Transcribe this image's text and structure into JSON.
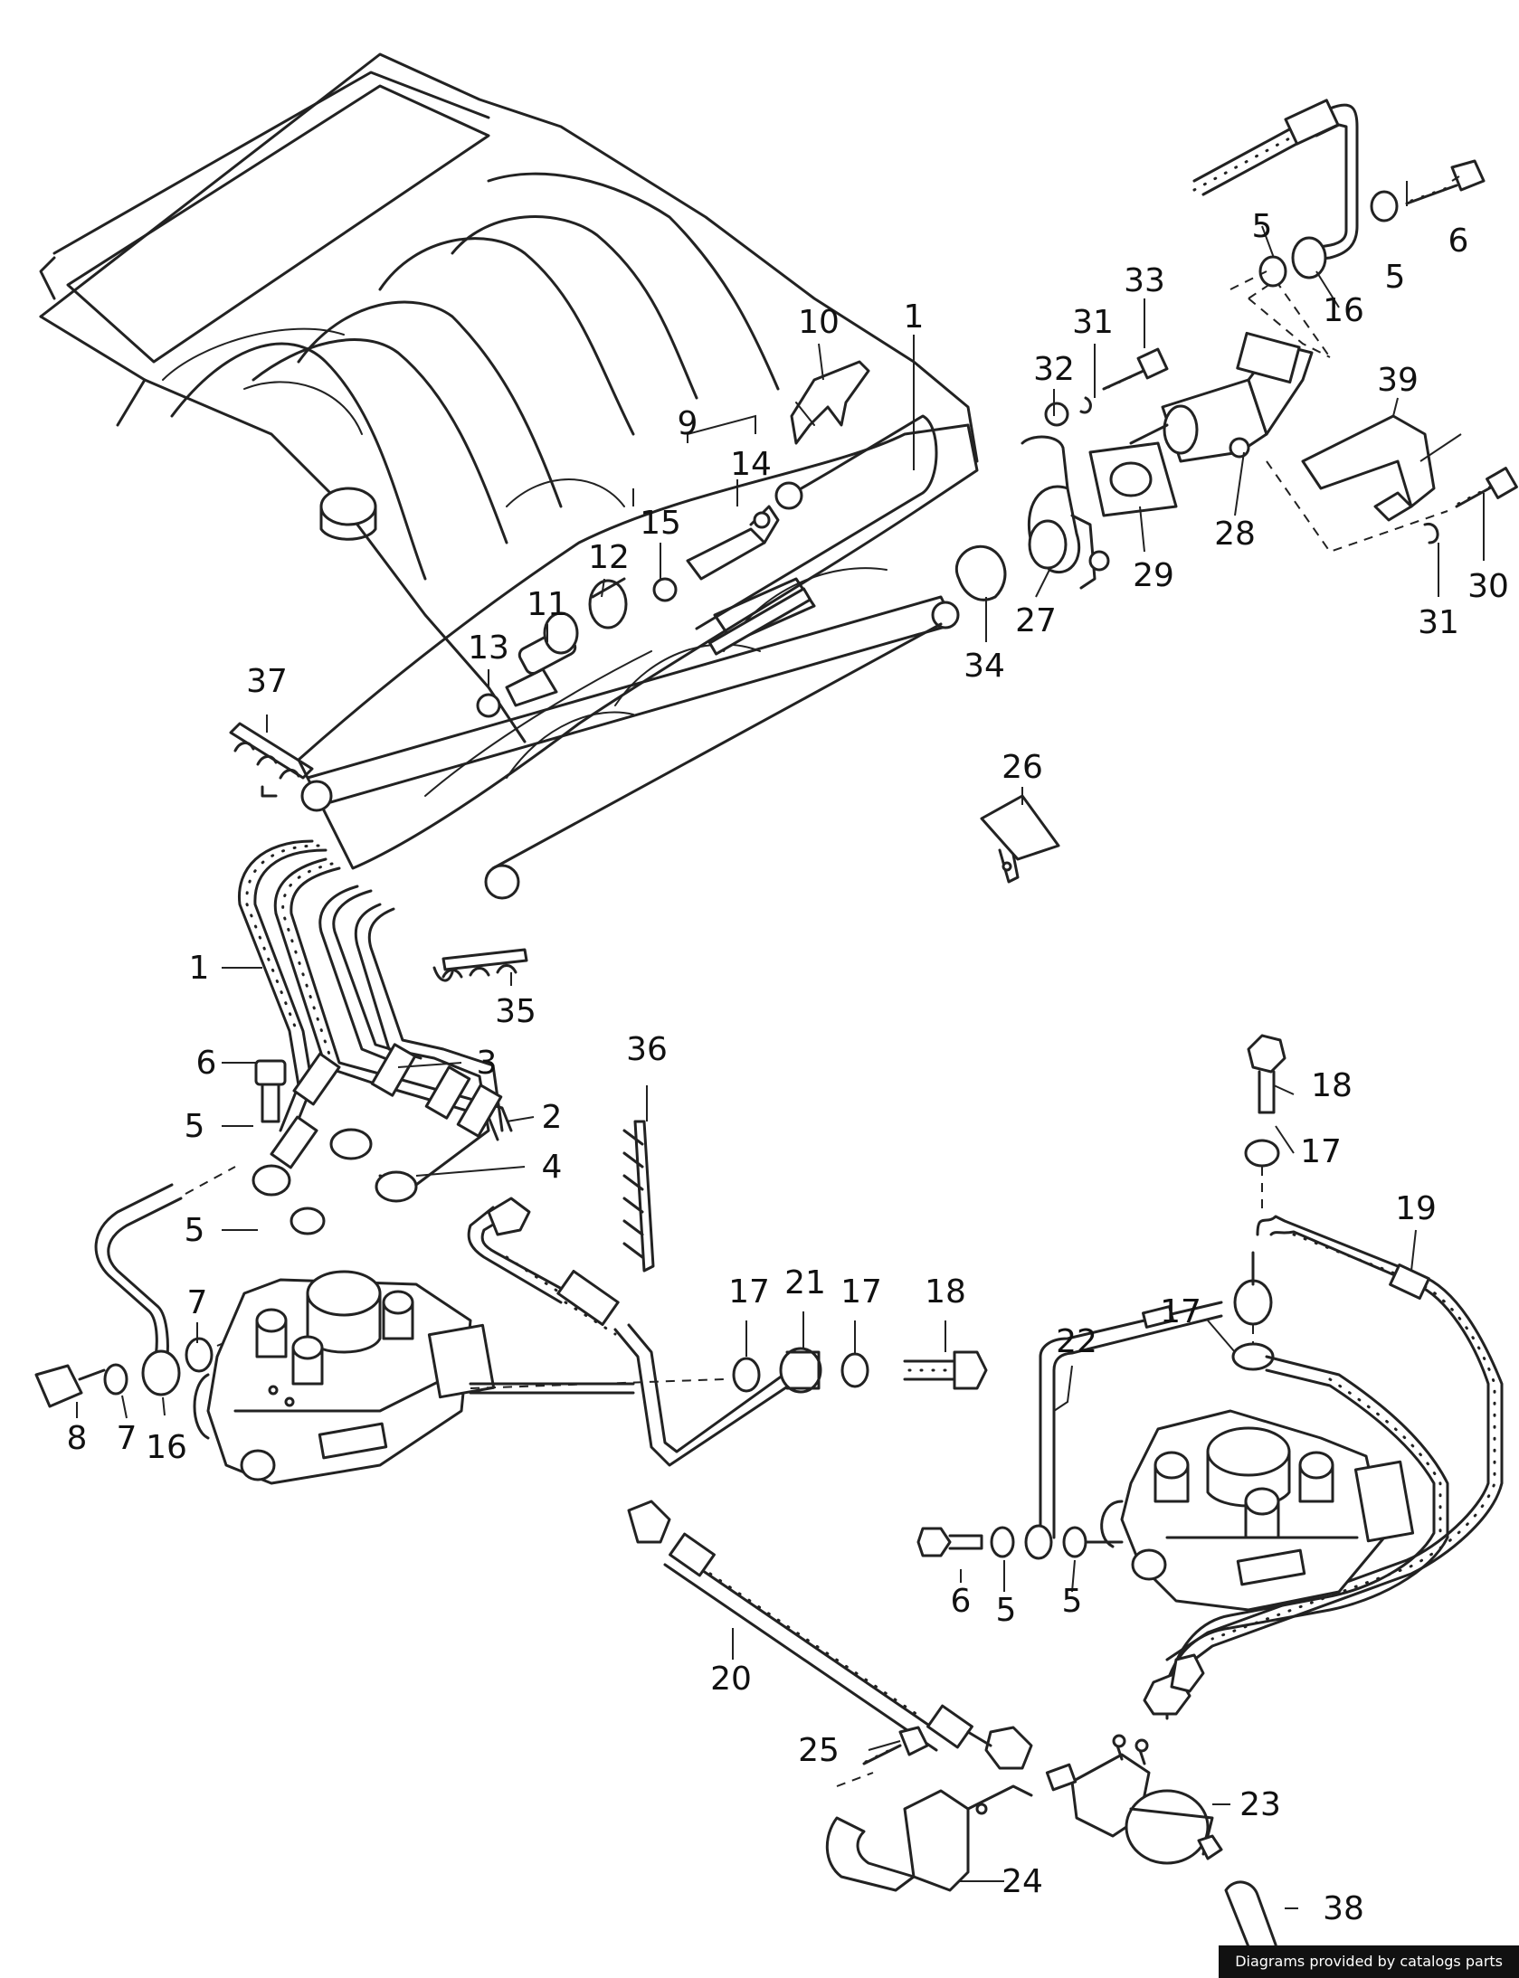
{
  "credit": "Diagrams provided by catalogs parts",
  "callouts": {
    "c1a": "1",
    "c1b": "1",
    "c2": "2",
    "c3": "3",
    "c4": "4",
    "c5a": "5",
    "c5b": "5",
    "c5c": "5",
    "c5d": "5",
    "c5e": "5",
    "c5f": "5",
    "c6a": "6",
    "c6b": "6",
    "c6c": "6",
    "c7a": "7",
    "c7b": "7",
    "c8": "8",
    "c9": "9",
    "c10": "10",
    "c11": "11",
    "c12": "12",
    "c13": "13",
    "c14": "14",
    "c15": "15",
    "c16a": "16",
    "c16b": "16",
    "c17a": "17",
    "c17b": "17",
    "c17c": "17",
    "c17d": "17",
    "c18a": "18",
    "c18b": "18",
    "c19": "19",
    "c20": "20",
    "c21": "21",
    "c22": "22",
    "c23": "23",
    "c24": "24",
    "c25": "25",
    "c26": "26",
    "c27": "27",
    "c28": "28",
    "c29": "29",
    "c30": "30",
    "c31a": "31",
    "c31b": "31",
    "c32": "32",
    "c33": "33",
    "c34": "34",
    "c35": "35",
    "c36": "36",
    "c37": "37",
    "c38": "38",
    "c39": "39"
  }
}
